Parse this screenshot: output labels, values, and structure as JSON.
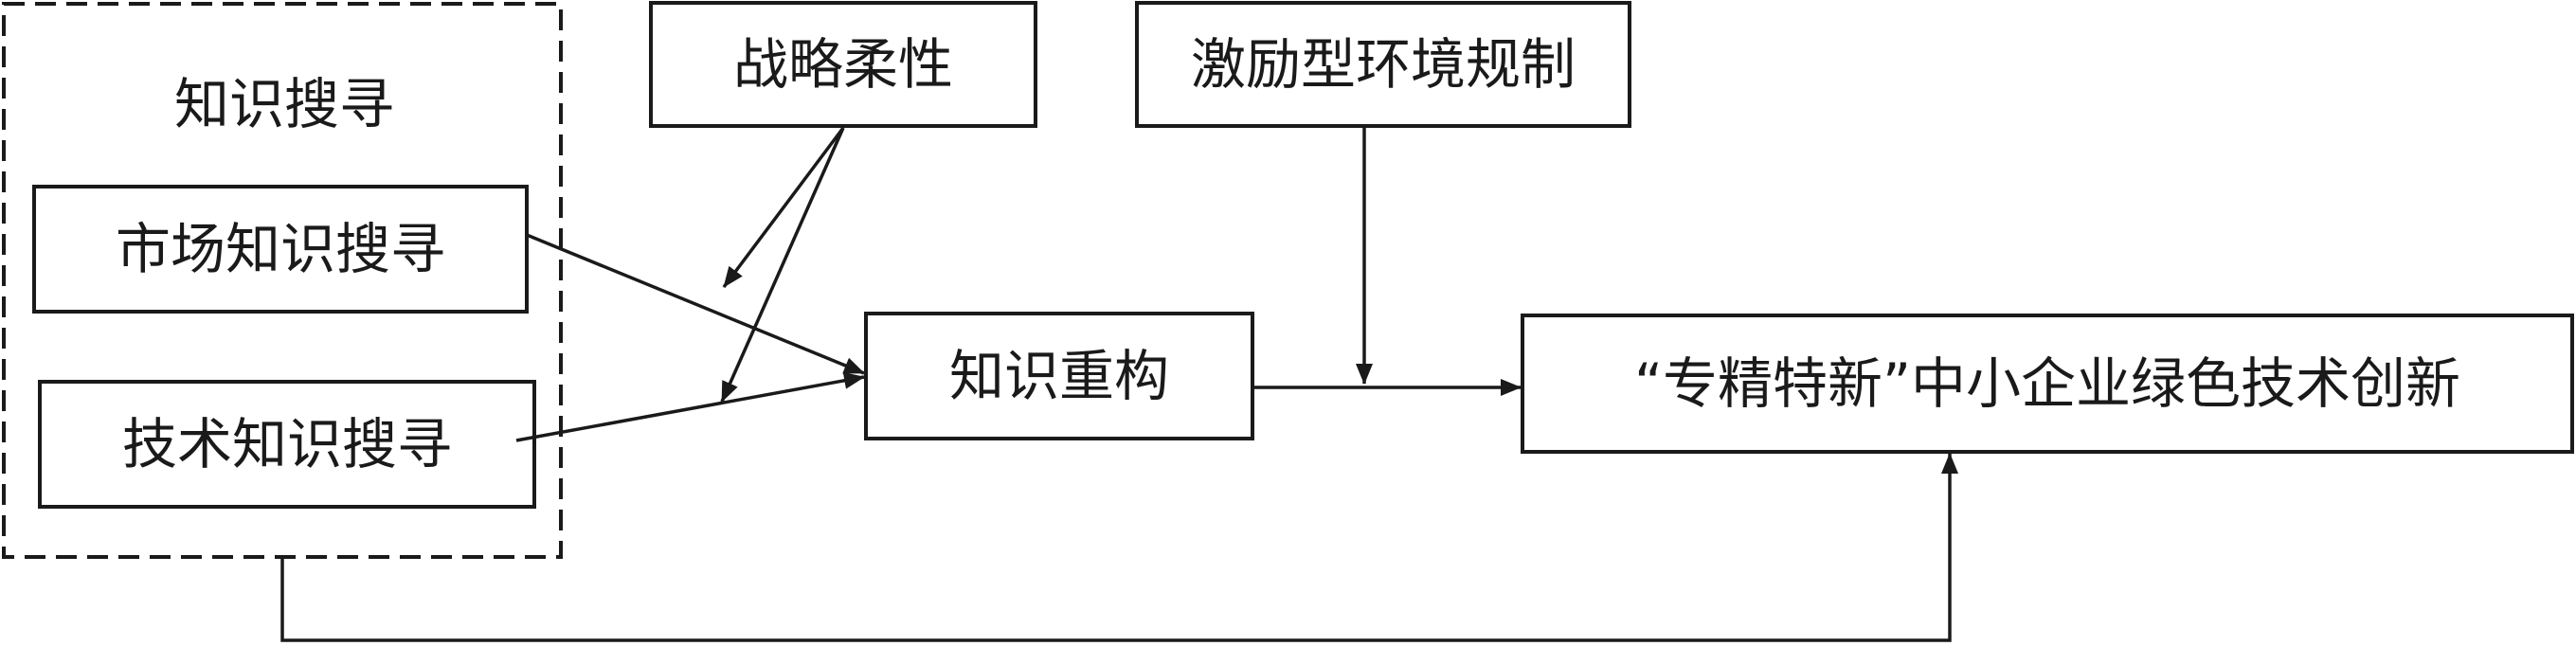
{
  "diagram": {
    "group_title": "知识搜寻",
    "nodes": {
      "market_search": "市场知识搜寻",
      "tech_search": "技术知识搜寻",
      "strategic_flexibility": "战略柔性",
      "incentive_regulation": "激励型环境规制",
      "knowledge_reconstruction": "知识重构",
      "green_innovation": "“专精特新”中小企业绿色技术创新"
    },
    "edges": [
      {
        "from": "market_search",
        "to": "knowledge_reconstruction"
      },
      {
        "from": "tech_search",
        "to": "knowledge_reconstruction"
      },
      {
        "from": "strategic_flexibility",
        "to": "market_search→knowledge_reconstruction",
        "type": "moderation"
      },
      {
        "from": "strategic_flexibility",
        "to": "tech_search→knowledge_reconstruction",
        "type": "moderation"
      },
      {
        "from": "knowledge_reconstruction",
        "to": "green_innovation"
      },
      {
        "from": "incentive_regulation",
        "to": "knowledge_reconstruction→green_innovation",
        "type": "moderation"
      },
      {
        "from": "knowledge_search_group",
        "to": "green_innovation"
      }
    ],
    "colors": {
      "stroke": "#1a1a1a",
      "background": "#ffffff"
    }
  }
}
